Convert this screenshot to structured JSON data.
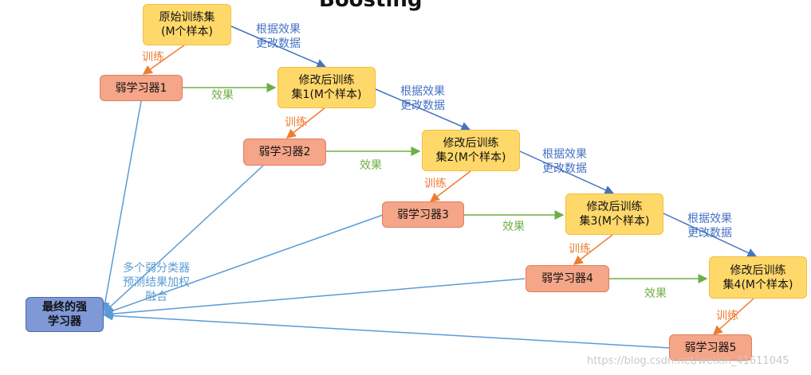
{
  "title": "Boosting",
  "nodes": {
    "orig": "原始训练集\n(M个样本)",
    "set1": "修改后训练\n集1(M个样本)",
    "set2": "修改后训练\n集2(M个样本)",
    "set3": "修改后训练\n集3(M个样本)",
    "set4": "修改后训练\n集4(M个样本)",
    "weak1": "弱学习器1",
    "weak2": "弱学习器2",
    "weak3": "弱学习器3",
    "weak4": "弱学习器4",
    "weak5": "弱学习器5",
    "final": "最终的强\n学习器"
  },
  "labels": {
    "train": "训练",
    "effect": "效果",
    "update": "根据效果\n更改数据",
    "fusion": "多个弱分类器\n预测结果加权\n融合"
  },
  "watermark": "https://blog.csdn.net/weixin_41611045",
  "colors": {
    "train_set_fill": "#ffd86a",
    "weak_fill": "#f5a588",
    "final_fill": "#7f98d6",
    "train_arrow": "#ed7d31",
    "effect_arrow": "#70ad47",
    "update_arrow": "#4472c4",
    "fusion_arrow": "#5b9bd5"
  }
}
